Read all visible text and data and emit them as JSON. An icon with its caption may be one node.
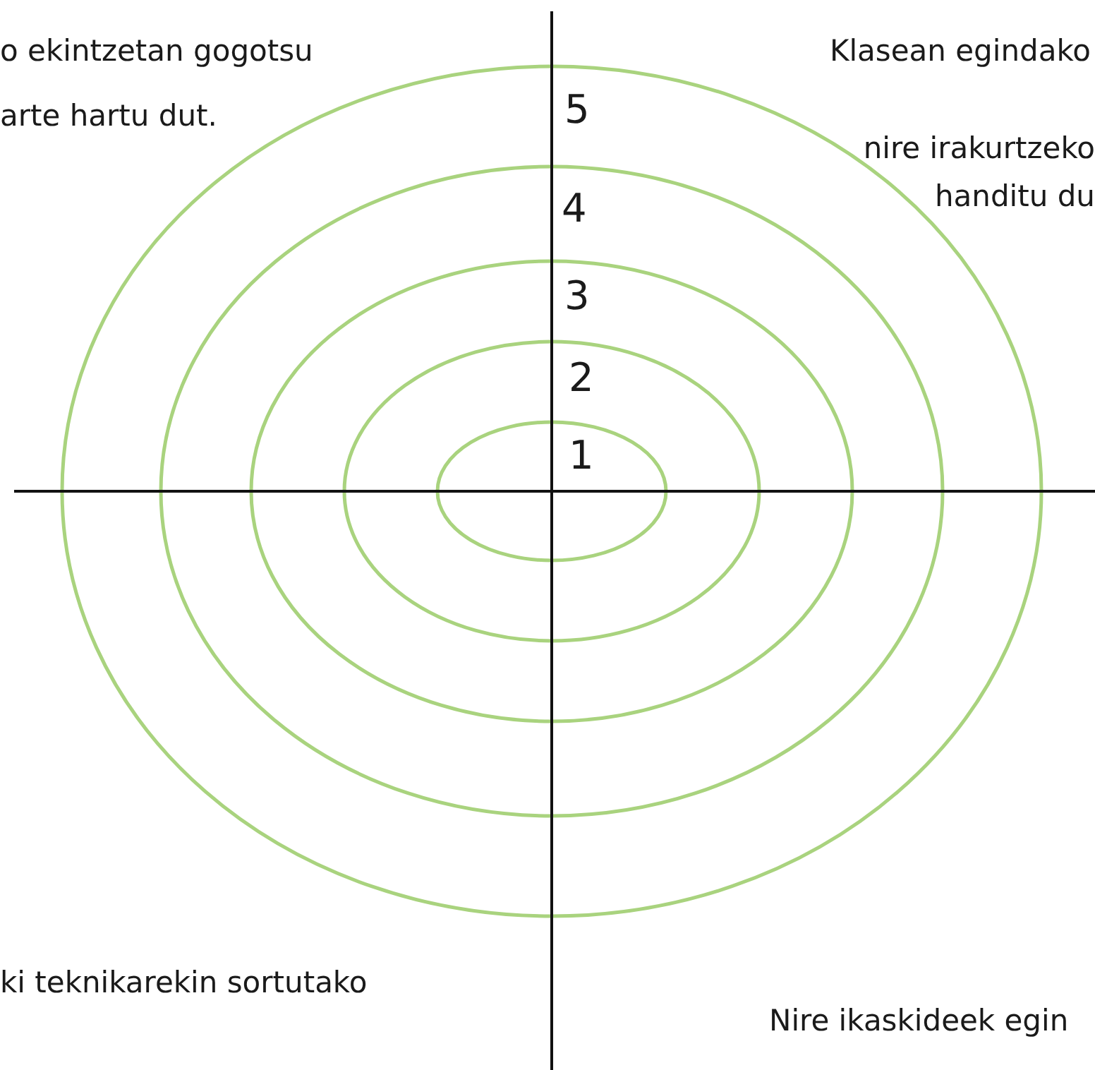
{
  "diagram": {
    "labels": [
      "o ekintzetan gogotsu",
      "Klasean egindako",
      "5",
      "arte hartu dut.",
      "nire irakurtzeko",
      "4",
      "handitu du",
      "3",
      "2",
      "1",
      "ki teknikarekin sortutako",
      "Nire ikaskideek egin"
    ]
  }
}
